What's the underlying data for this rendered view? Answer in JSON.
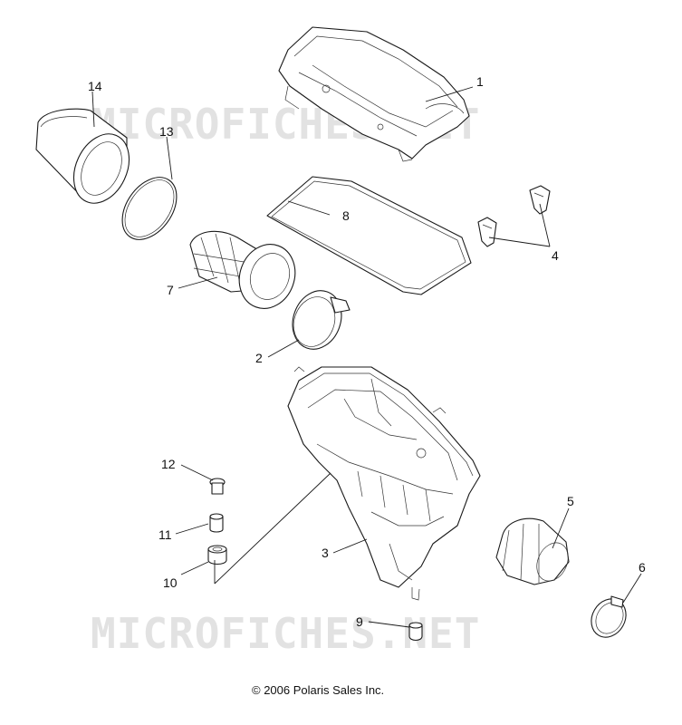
{
  "watermarks": [
    "MICROFICHES.NET",
    "MICROFICHES.NET"
  ],
  "copyright": "© 2006 Polaris Sales Inc.",
  "callouts": [
    {
      "id": "1",
      "label": "1"
    },
    {
      "id": "2",
      "label": "2"
    },
    {
      "id": "3",
      "label": "3"
    },
    {
      "id": "4",
      "label": "4"
    },
    {
      "id": "5",
      "label": "5"
    },
    {
      "id": "6",
      "label": "6"
    },
    {
      "id": "7",
      "label": "7"
    },
    {
      "id": "8",
      "label": "8"
    },
    {
      "id": "9",
      "label": "9"
    },
    {
      "id": "10",
      "label": "10"
    },
    {
      "id": "11",
      "label": "11"
    },
    {
      "id": "12",
      "label": "12"
    },
    {
      "id": "13",
      "label": "13"
    },
    {
      "id": "14",
      "label": "14"
    }
  ]
}
